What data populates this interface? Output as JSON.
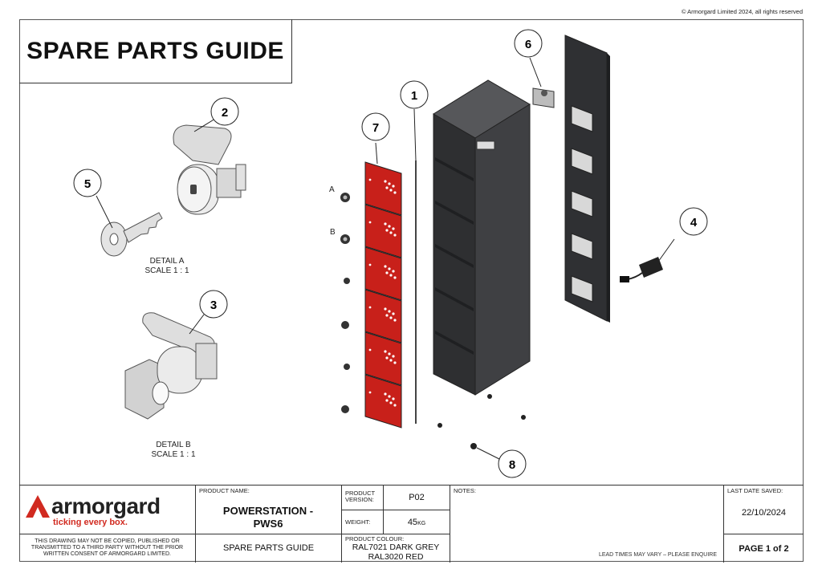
{
  "copyright": "© Armorgard Limited 2024, all rights reserved",
  "title": "SPARE PARTS GUIDE",
  "balloons": [
    "1",
    "2",
    "3",
    "4",
    "5",
    "6",
    "7",
    "8"
  ],
  "detail_labels": {
    "a_letter": "A",
    "b_letter": "B",
    "detail_a": "DETAIL A",
    "scale_a": "SCALE 1 : 1",
    "detail_b": "DETAIL B",
    "scale_b": "SCALE 1 : 1"
  },
  "titleblock": {
    "brand": "armorgard",
    "tagline": "ticking every box.",
    "disclaimer": "THIS DRAWING MAY NOT BE COPIED, PUBLISHED OR TRANSMITTED TO A THIRD PARTY WITHOUT THE PRIOR WRITTEN CONSENT OF ARMORGARD LIMITED.",
    "product_name_label": "PRODUCT NAME:",
    "product_name": "POWERSTATION - PWS6",
    "doc_type": "SPARE PARTS GUIDE",
    "product_version_label": "PRODUCT VERSION:",
    "product_version": "P02",
    "weight_label": "WEIGHT:",
    "weight_value": "45",
    "weight_unit": "KG",
    "product_colour_label": "PRODUCT COLOUR:",
    "colour_1": "RAL7021  DARK GREY",
    "colour_2": "RAL3020  RED",
    "notes_label": "NOTES:",
    "lead_times": "LEAD TIMES MAY VARY – PLEASE ENQUIRE",
    "last_saved_label": "LAST DATE SAVED:",
    "last_saved": "22/10/2024",
    "page": "PAGE 1 of 2"
  },
  "colors": {
    "red": "#c8201a",
    "dark_grey": "#3a3b3d",
    "brand_red": "#d12a20"
  }
}
